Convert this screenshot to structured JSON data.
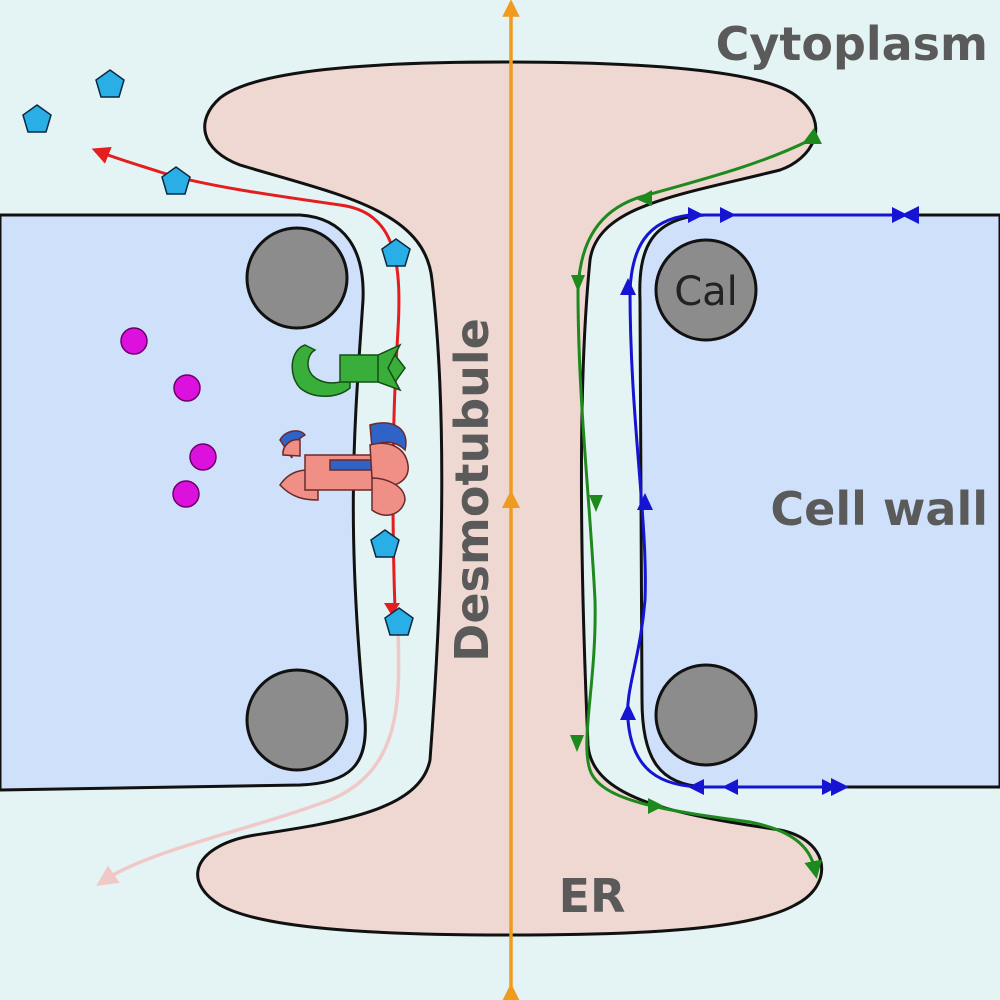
{
  "labels": {
    "cytoplasm": "Cytoplasm",
    "cell_wall": "Cell wall",
    "desmotubule": "Desmotubule",
    "er": "ER",
    "cal": "Cal"
  },
  "colors": {
    "cytoplasm_bg": "#e4f3f3",
    "cell_wall": "#cfe0fb",
    "er_lumen": "#efd7d2",
    "outline": "#111111",
    "callose": "#8c8c8c",
    "desmotubule_axis": "#f09a1e",
    "red_path": "#e41e1e",
    "faded_path": "#f0c8c8",
    "green_path": "#1e8a1e",
    "blue_path": "#1414d2",
    "pentagon": "#2aaee6",
    "dot": "#dd11dd",
    "receptor_green": "#3aae3a",
    "receptor_blue": "#2f63c8",
    "receptor_pink": "#ef8f86",
    "label_text": "#5a5a5a"
  }
}
